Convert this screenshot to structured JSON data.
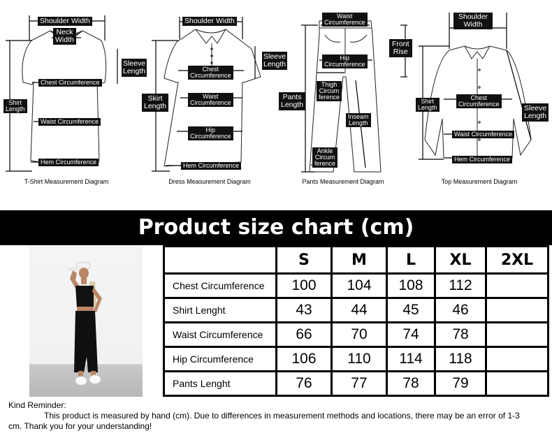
{
  "diagrams": {
    "tshirt": {
      "caption": "T-Shirt Measurement Diagram",
      "shoulder_width": "Shoulder Width",
      "neck_width": "Neck\nWidth",
      "sleeve_length": "Sleeve\nLength",
      "chest": "Chest Circumference",
      "shirt_length": "Shirt\nLength",
      "waist": "Waist Circumference",
      "hem": "Hem Circumference"
    },
    "dress": {
      "caption": "Dress Measurement Diagram",
      "shoulder_width": "Shoulder Width",
      "sleeve_length": "Sleeve\nLength",
      "chest": "Chest\nCircumference",
      "waist": "Waist\nCircumference",
      "skirt_length": "Skirt\nLength",
      "hip": "Hip\nCircumference",
      "hem": "Hem Circumference"
    },
    "pants": {
      "caption": "Pants Measurement Diagram",
      "waist": "Waist\nCircumference",
      "front_rise": "Front\nRise",
      "hip": "Hip\nCircumference",
      "thigh": "Thigh\nCircum\nference",
      "pants_length": "Pants\nLength",
      "inseam": "Inseam\nLength",
      "ankle": "Ankle\nCircum\nference"
    },
    "top": {
      "caption": "Top Measurement Diagram",
      "shoulder_width": "Shoulder\nWidth",
      "shirt_length": "Shirt\nLength",
      "chest": "Chest\nCircumference",
      "sleeve_length": "Sleeve\nLength",
      "waist": "Waist Circumference",
      "hem": "Hem Circumference"
    }
  },
  "banner_title": "Product size chart  (cm)",
  "size_table": {
    "sizes": [
      "S",
      "M",
      "L",
      "XL",
      "2XL"
    ],
    "rows": [
      {
        "label": "Chest Circumference",
        "values": [
          "100",
          "104",
          "108",
          "112",
          ""
        ]
      },
      {
        "label": "Shirt Lenght",
        "values": [
          "43",
          "44",
          "45",
          "46",
          ""
        ]
      },
      {
        "label": "Waist Circumference",
        "values": [
          "66",
          "70",
          "74",
          "78",
          ""
        ]
      },
      {
        "label": "Hip Circumference",
        "values": [
          "106",
          "110",
          "114",
          "118",
          ""
        ]
      },
      {
        "label": "Pants Lenght",
        "values": [
          "76",
          "77",
          "78",
          "79",
          ""
        ]
      }
    ]
  },
  "reminder": {
    "heading": "Kind Reminder:",
    "line1": "This product is measured by hand (cm). Due to differences in measurement methods and locations, there may be an error of 1-3",
    "line2": "cm. Thank you for your understanding!"
  }
}
